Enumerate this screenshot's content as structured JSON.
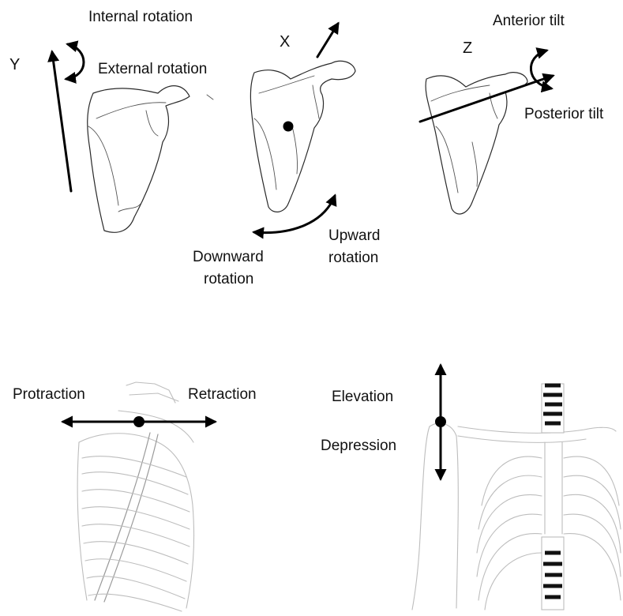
{
  "labels": {
    "internal_rotation": "Internal rotation",
    "external_rotation": "External rotation",
    "y_axis": "Y",
    "x_axis": "X",
    "z_axis": "Z",
    "anterior_tilt": "Anterior tilt",
    "posterior_tilt": "Posterior tilt",
    "upward_rotation_1": "Upward",
    "upward_rotation_2": "rotation",
    "downward_rotation_1": "Downward",
    "downward_rotation_2": "rotation",
    "protraction": "Protraction",
    "retraction": "Retraction",
    "elevation": "Elevation",
    "depression": "Depression"
  }
}
